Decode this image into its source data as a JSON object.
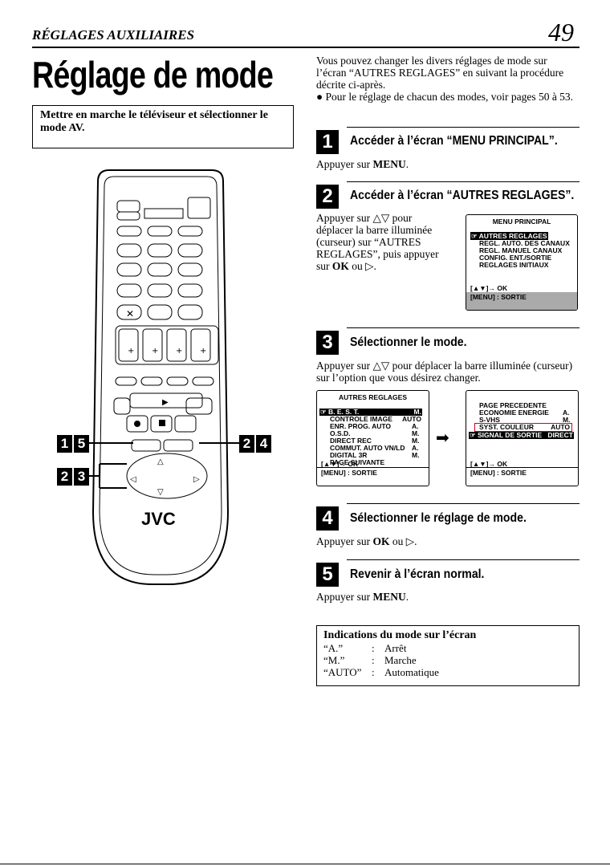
{
  "header": {
    "section": "RÉGLAGES AUXILIAIRES",
    "page_number": "49"
  },
  "title": "Réglage de mode",
  "intro_box": "Mettre en marche le téléviseur et sélectionner le mode AV.",
  "intro": {
    "text": "Vous pouvez changer les divers réglages de mode sur l’écran “AUTRES REGLAGES” en suivant la procédure décrite ci-après.",
    "bullet": "● Pour le réglage de chacun des modes, voir pages 50 à 53."
  },
  "steps": [
    {
      "num": "1",
      "title": "Accéder à l’écran “MENU PRINCIPAL”.",
      "body_pre": "Appuyer sur ",
      "body_key": "MENU",
      "body_post": "."
    },
    {
      "num": "2",
      "title": "Accéder à l’écran “AUTRES REGLAGES”.",
      "body_pre": "Appuyer sur △▽ pour déplacer la barre illuminée (curseur) sur “AUTRES REGLAGES”, puis appuyer sur ",
      "body_key": "OK",
      "body_post": " ou ▷."
    },
    {
      "num": "3",
      "title": "Sélectionner le mode.",
      "body_pre": "Appuyer sur △▽ pour déplacer la barre illuminée (curseur) sur l’option que vous désirez changer.",
      "body_key": "",
      "body_post": ""
    },
    {
      "num": "4",
      "title": "Sélectionner le réglage de mode.",
      "body_pre": "Appuyer sur ",
      "body_key": "OK",
      "body_post": " ou ▷."
    },
    {
      "num": "5",
      "title": "Revenir à l’écran normal.",
      "body_pre": "Appuyer sur ",
      "body_key": "MENU",
      "body_post": "."
    }
  ],
  "screen_menu": {
    "title": "MENU PRINCIPAL",
    "items": [
      "AUTRES REGLAGES",
      "REGL. AUTO. DES CANAUX",
      "REGL. MANUEL CANAUX",
      "CONFIG. ENT./SORTIE",
      "REGLAGES INITIAUX"
    ],
    "footer1": "[▲▼]→ OK",
    "footer2": "[MENU] : SORTIE"
  },
  "screen_autres": {
    "title": "AUTRES REGLAGES",
    "items": [
      {
        "label": "B. E. S. T.",
        "value": "M."
      },
      {
        "label": "CONTROLE IMAGE",
        "value": "AUTO"
      },
      {
        "label": "ENR. PROG. AUTO",
        "value": "A."
      },
      {
        "label": "O.S.D.",
        "value": "M."
      },
      {
        "label": "DIRECT REC",
        "value": "M."
      },
      {
        "label": "COMMUT. AUTO VN/LD",
        "value": "A."
      },
      {
        "label": "DIGITAL 3R",
        "value": "M."
      },
      {
        "label": "PAGE SUIVANTE",
        "value": ""
      }
    ],
    "footer1": "[▲▼]→ OK",
    "footer2": "[MENU] : SORTIE"
  },
  "screen_page2": {
    "items": [
      {
        "label": "PAGE PRECEDENTE",
        "value": ""
      },
      {
        "label": "ECONOMIE ENERGIE",
        "value": "A."
      },
      {
        "label": "S-VHS",
        "value": "M."
      },
      {
        "label": "SYST. COULEUR",
        "value": "AUTO"
      },
      {
        "label": "SIGNAL DE SORTIE",
        "value": "DIRECT"
      }
    ],
    "footer1": "[▲▼]→ OK",
    "footer2": "[MENU] : SORTIE"
  },
  "indications": {
    "title": "Indications du mode sur l’écran",
    "rows": [
      {
        "code": "“A.”",
        "sep": ":",
        "meaning": "Arrêt"
      },
      {
        "code": "“M.”",
        "sep": ":",
        "meaning": "Marche"
      },
      {
        "code": "“AUTO”",
        "sep": ":",
        "meaning": "Automatique"
      }
    ]
  },
  "remote": {
    "brand": "JVC",
    "callouts": [
      "1",
      "5",
      "2",
      "4",
      "2",
      "3"
    ]
  },
  "colors": {
    "highlight_box": "#d8001c"
  }
}
